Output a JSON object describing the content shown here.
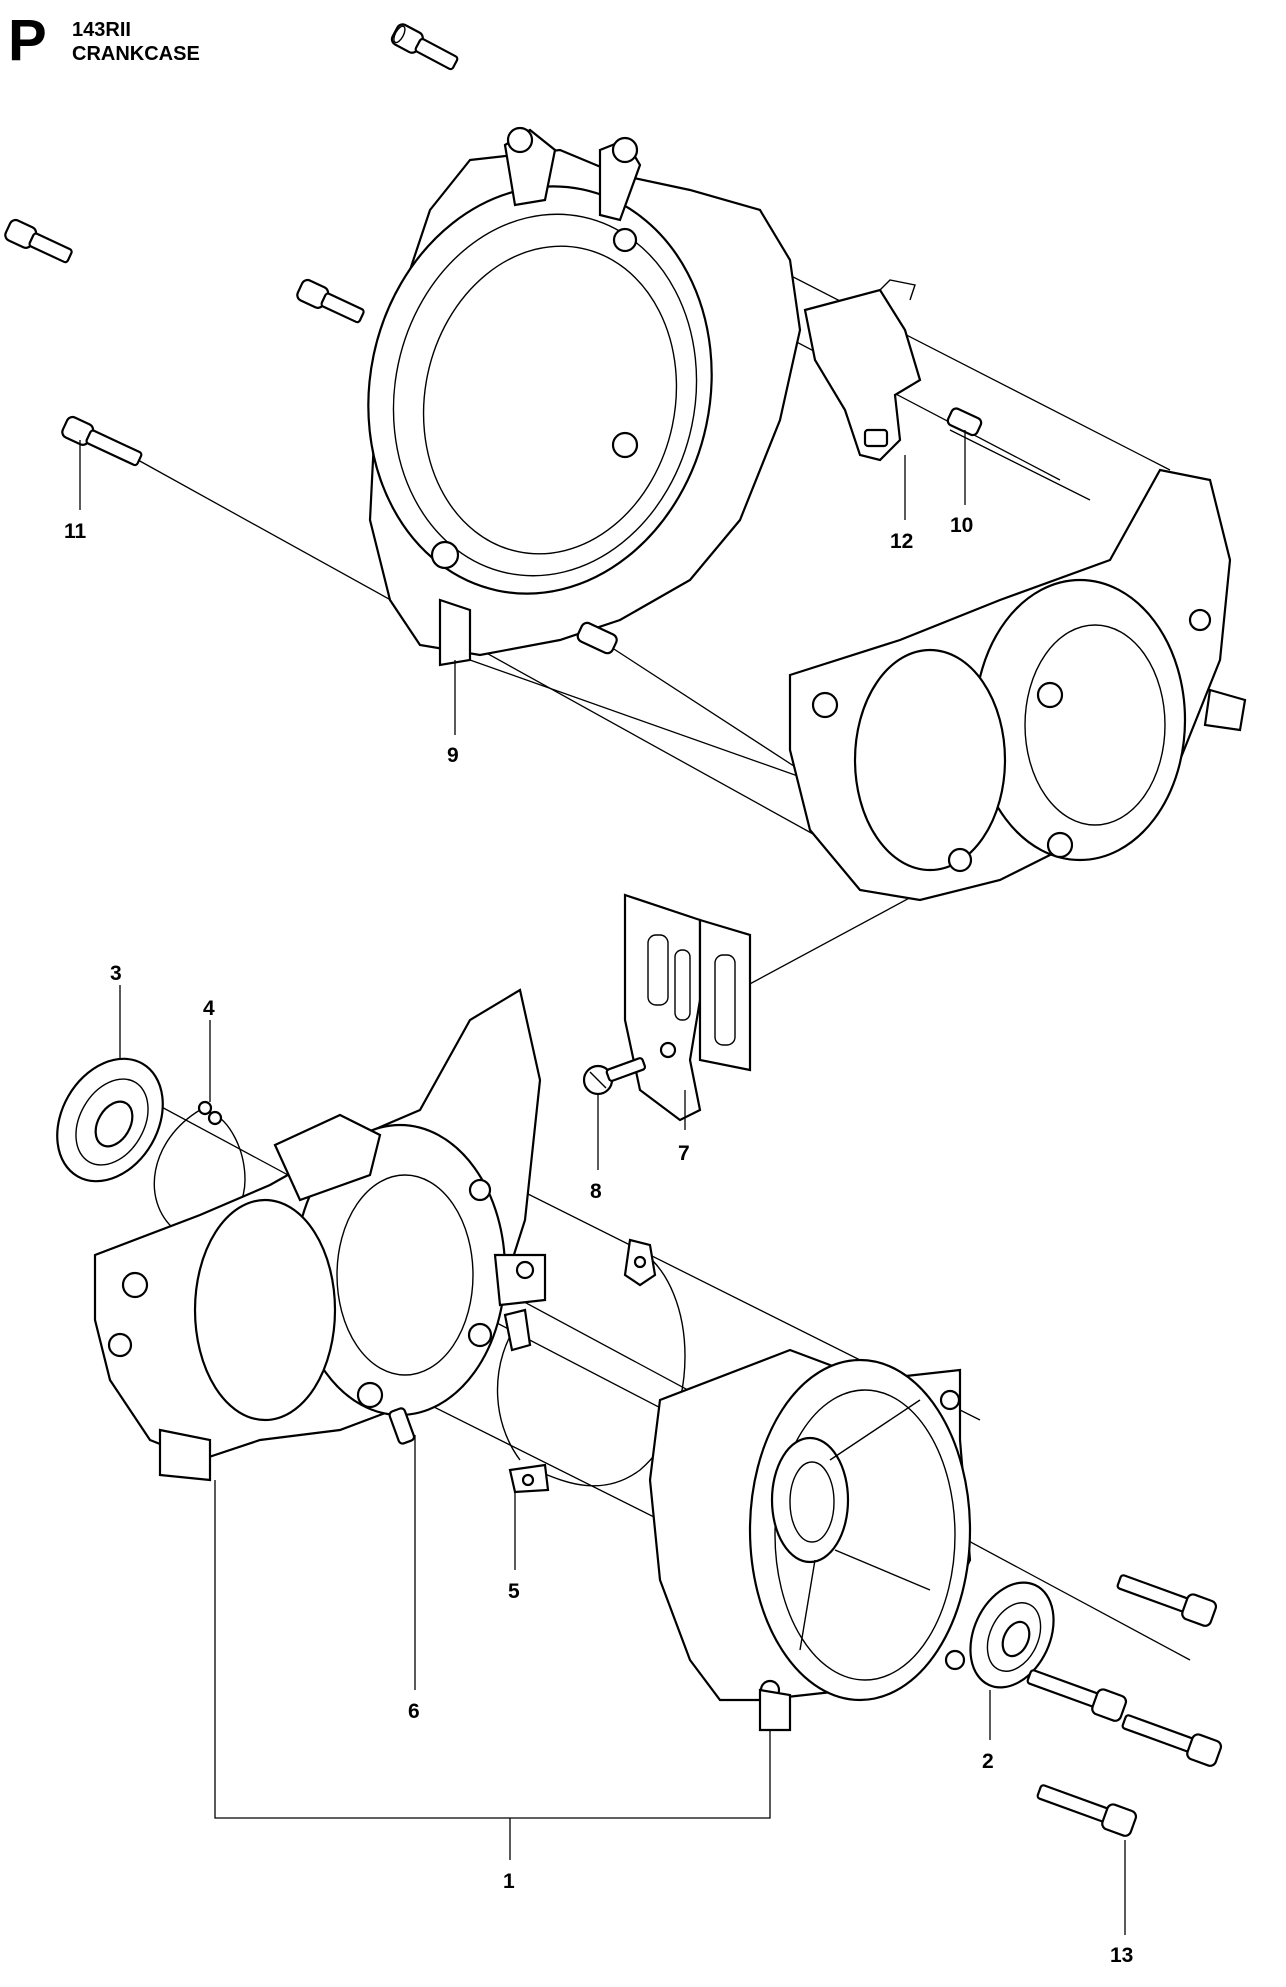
{
  "header": {
    "section_letter": "P",
    "model": "143RII",
    "title": "CRANKCASE"
  },
  "callouts": [
    {
      "id": "1",
      "label": "1"
    },
    {
      "id": "2",
      "label": "2"
    },
    {
      "id": "3",
      "label": "3"
    },
    {
      "id": "4",
      "label": "4"
    },
    {
      "id": "5",
      "label": "5"
    },
    {
      "id": "6",
      "label": "6"
    },
    {
      "id": "7",
      "label": "7"
    },
    {
      "id": "8",
      "label": "8"
    },
    {
      "id": "9",
      "label": "9"
    },
    {
      "id": "10",
      "label": "10"
    },
    {
      "id": "11",
      "label": "11"
    },
    {
      "id": "12",
      "label": "12"
    },
    {
      "id": "13",
      "label": "13"
    }
  ]
}
